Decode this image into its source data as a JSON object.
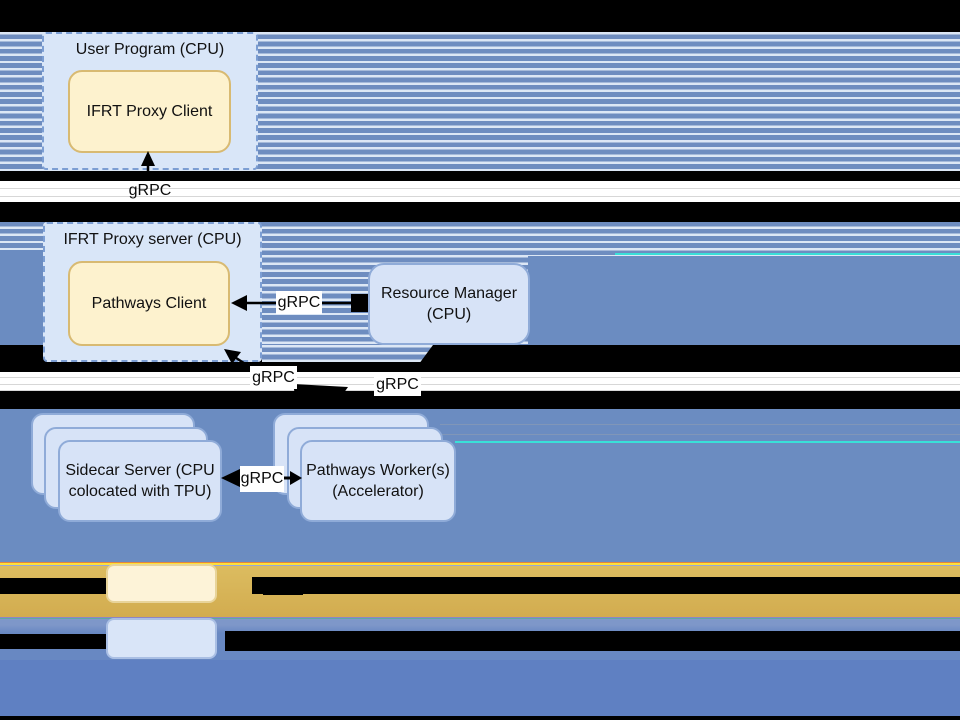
{
  "diagram": {
    "user_program_title": "User Program (CPU)",
    "ifrt_proxy_client": "IFRT Proxy Client",
    "ifrt_proxy_server_title": "IFRT Proxy server (CPU)",
    "pathways_client": "Pathways Client",
    "resource_manager_line1": "Resource Manager",
    "resource_manager_line2": "(CPU)",
    "sidecar_line1": "Sidecar Server (CPU",
    "sidecar_line2": "colocated with TPU)",
    "worker_line1": "Pathways Worker(s)",
    "worker_line2": "(Accelerator)",
    "grpc_label": "gRPC"
  },
  "colors": {
    "stripe_blue": "#6e8dc0",
    "stripe_light": "#dce7f5",
    "solid_blue": "#6b8cc1",
    "bottom_blue": "#5f80c2",
    "gold_band": "#d2ac4f",
    "container_fill": "#d9e6f8",
    "container_border": "#7c9ed3",
    "cream_fill": "#fdf2ce",
    "cream_border": "#d8ba72",
    "card_fill": "#d7e3f7",
    "card_border": "#8fabd8",
    "artifact_cyan": "#39e0d8",
    "redaction": "#000000"
  }
}
